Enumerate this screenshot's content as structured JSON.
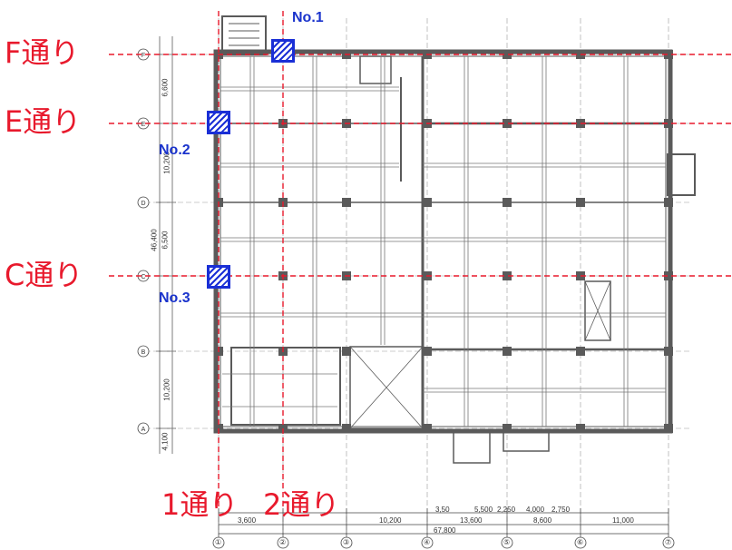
{
  "title": "",
  "axis_labels": {
    "f": "F通り",
    "e": "E通り",
    "c": "C通り",
    "one": "1通り",
    "two": "2通り"
  },
  "markers": {
    "no1": "No.1",
    "no2": "No.2",
    "no3": "No.3"
  },
  "grid_bubbles": {
    "rows": [
      "F",
      "E",
      "D",
      "C",
      "B",
      "A"
    ],
    "cols": [
      "①",
      "②",
      "③",
      "④",
      "⑤",
      "⑥",
      "⑦"
    ]
  },
  "dimensions": {
    "bottom_segments": [
      "3,600",
      "10,200",
      "3,50",
      "5,500",
      "2,250",
      "4,000",
      "2,750",
      "11,000"
    ],
    "bottom_subtotals": [
      "13,600",
      "8,600"
    ],
    "overall_length": "67,800",
    "left_segments": [
      "6,600",
      "10,200",
      "46,400",
      "6,500",
      "10,200",
      "4,100"
    ]
  },
  "colors": {
    "axis_line": "#e8192c",
    "marker": "#1a2fd6",
    "wall": "#555555",
    "grid": "#999999"
  }
}
